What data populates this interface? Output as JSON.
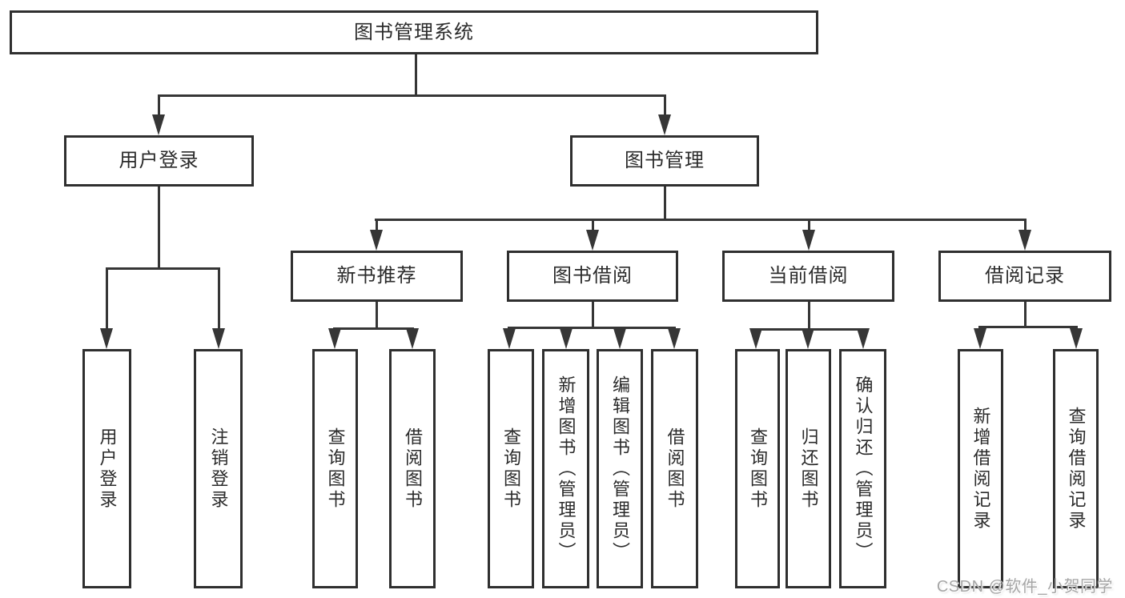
{
  "diagram": {
    "title_box": "图书管理系统",
    "level2": {
      "user_login": "用户登录",
      "book_management": "图书管理"
    },
    "level3": {
      "new_book_recommend": "新书推荐",
      "book_borrowing": "图书借阅",
      "current_borrowing": "当前借阅",
      "borrowing_records": "借阅记录"
    },
    "leaves": {
      "user_login": [
        "用户登录",
        "注销登录"
      ],
      "new_book_recommend": [
        "查询图书",
        "借阅图书"
      ],
      "book_borrowing": [
        "查询图书",
        "新增图书（管理员）",
        "编辑图书（管理员）",
        "借阅图书"
      ],
      "current_borrowing": [
        "查询图书",
        "归还图书",
        "确认归还（管理员）"
      ],
      "borrowing_records": [
        "新增借阅记录",
        "查询借阅记录"
      ]
    },
    "watermark": "CSDN @软件_小贺同学",
    "colors": {
      "line": "#363636",
      "border": "#2f2f2f",
      "text": "#2b2b2b",
      "background": "#ffffff",
      "watermark": "#a6a6a6"
    }
  }
}
